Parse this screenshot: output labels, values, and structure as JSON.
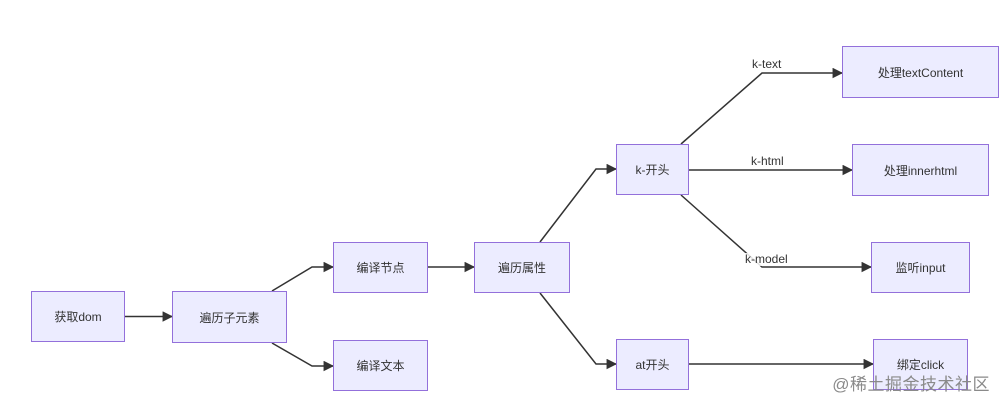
{
  "diagram": {
    "nodes": [
      {
        "id": "get_dom",
        "label": "获取dom"
      },
      {
        "id": "traverse_children",
        "label": "遍历子元素"
      },
      {
        "id": "compile_node",
        "label": "编译节点"
      },
      {
        "id": "compile_text",
        "label": "编译文本"
      },
      {
        "id": "traverse_attrs",
        "label": "遍历属性"
      },
      {
        "id": "k_start",
        "label": "k-开头"
      },
      {
        "id": "at_start",
        "label": "at开头"
      },
      {
        "id": "handle_text",
        "label": "处理textContent"
      },
      {
        "id": "handle_html",
        "label": "处理innerhtml"
      },
      {
        "id": "listen_input",
        "label": "监听input"
      },
      {
        "id": "bind_click",
        "label": "绑定click"
      }
    ],
    "edges": [
      {
        "from": "get_dom",
        "to": "traverse_children",
        "label": ""
      },
      {
        "from": "traverse_children",
        "to": "compile_node",
        "label": ""
      },
      {
        "from": "traverse_children",
        "to": "compile_text",
        "label": ""
      },
      {
        "from": "compile_node",
        "to": "traverse_attrs",
        "label": ""
      },
      {
        "from": "traverse_attrs",
        "to": "k_start",
        "label": ""
      },
      {
        "from": "traverse_attrs",
        "to": "at_start",
        "label": ""
      },
      {
        "from": "k_start",
        "to": "handle_text",
        "label": "k-text"
      },
      {
        "from": "k_start",
        "to": "handle_html",
        "label": "k-html"
      },
      {
        "from": "k_start",
        "to": "listen_input",
        "label": "k-model"
      },
      {
        "from": "at_start",
        "to": "bind_click",
        "label": ""
      }
    ],
    "colors": {
      "node_fill": "#ececff",
      "node_border": "#9370db",
      "edge": "#333333",
      "text": "#333333"
    }
  },
  "watermark": {
    "text": "@稀土掘金技术社区"
  }
}
